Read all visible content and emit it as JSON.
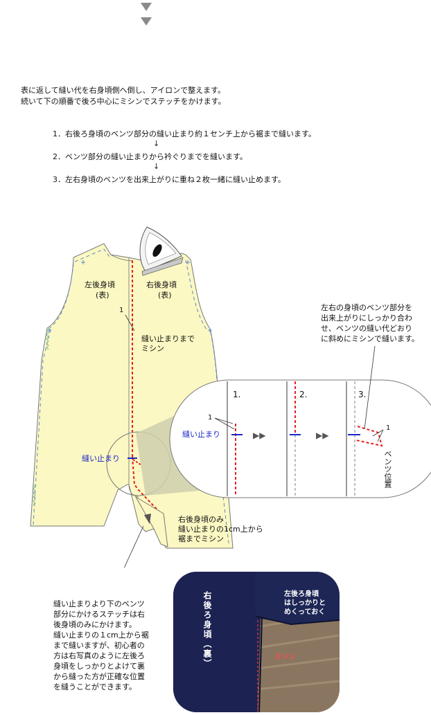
{
  "intro": {
    "line1": "表に返して縫い代を右身頃側へ倒し、アイロンで整えます。",
    "line2": "続いて下の順番で後ろ中心にミシンでステッチをかけます。"
  },
  "steps": [
    "1．右後ろ身頃のベンツ部分の縫い止まり約１センチ上から裾まで縫います。",
    "2．ベンツ部分の縫い止まりから衿ぐりまでを縫います。",
    "3．左右身頃のベンツを出来上がりに重ね２枚一緒に縫い止めます。"
  ],
  "step_arrow": "↓",
  "diagram": {
    "left_panel": "左後身頃",
    "left_side": "(表)",
    "right_panel": "右後身頃",
    "right_side": "(表)",
    "num_1": "1",
    "stop_line1": "縫い止まりまで",
    "stop_line2": "ミシン",
    "stop_label": "縫い止まり",
    "right_only_1": "右後身頃のみ",
    "right_only_2": "縫い止まりの1cm上から",
    "right_only_3": "裾までミシン",
    "zoom_step1": "1.",
    "zoom_step2": "2.",
    "zoom_step3": "3.",
    "zoom_stop_label": "縫い止まり",
    "zoom_num_left": "1",
    "zoom_num_right": "1",
    "vent_position": "ベンツ位置",
    "play_icon": "▶▶",
    "colors": {
      "fabric": "#fbf8c3",
      "stitch": "#e52020",
      "stop_mark": "#1a24c8",
      "zoom_fill": "#cfcfae"
    }
  },
  "top_note": {
    "l1": "左右の身頃のベンツ部分を",
    "l2": "出来上がりにしっかり合わ",
    "l3": "せ、ベンツの縫い代どおり",
    "l4": "に斜めにミシンで縫います。"
  },
  "bottom_note": {
    "l1": "縫い止まりより下のベンツ",
    "l2": "部分にかけるステッチは右",
    "l3": "後身頃のみにかけます。",
    "l4": "縫い止まりの１cm上から裾",
    "l5": "まで縫いますが、初心者の",
    "l6": "方は右写真のように左後ろ",
    "l7": "身頃をしっかりとよけて裏",
    "l8": "から縫った方が正確な位置",
    "l9": "を縫うことができます。"
  },
  "photo": {
    "vertical_label": "右後ろ身頃（裏）",
    "flap_l1": "左後ろ身頃",
    "flap_l2": "はしっかりと",
    "flap_l3": "めくっておく",
    "machine_label": "ミシン",
    "colors": {
      "navy": "#1c2352",
      "wood": "#8a7660"
    }
  }
}
